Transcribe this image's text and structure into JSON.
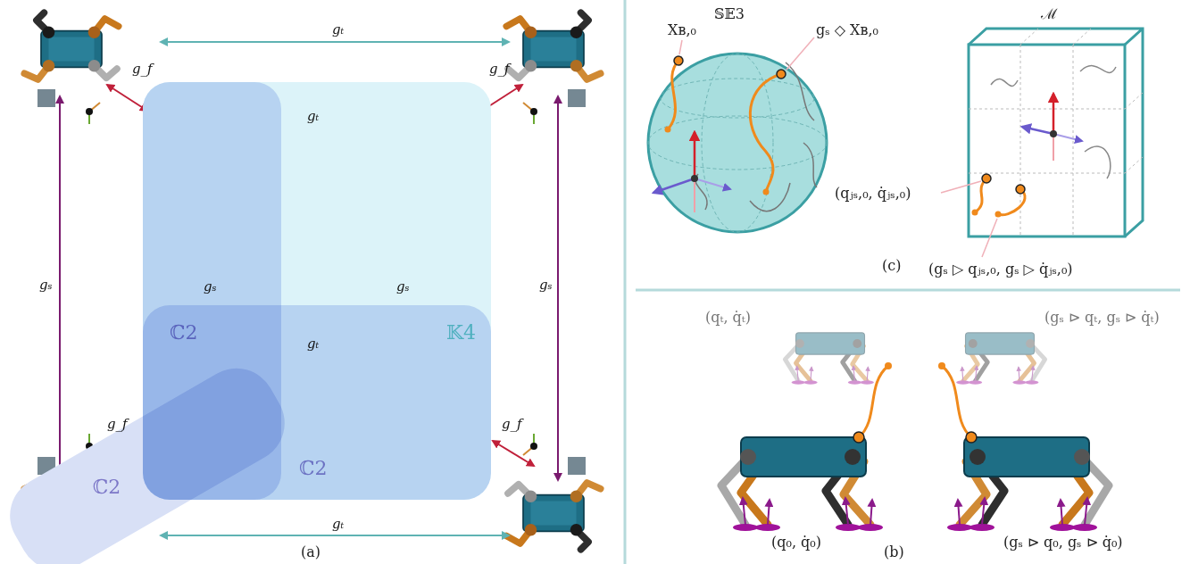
{
  "diagram": {
    "nodes": [
      {
        "text": [
          "𝕂4"
        ]
      },
      {
        "text": [
          "ℂ2"
        ],
        "in": 0
      },
      {
        "text": [
          "ℂ2"
        ],
        "in": 0
      },
      {
        "text": [
          "ℂ2"
        ]
      }
    ],
    "labels": [
      "gₜ",
      "g_f",
      "g_f",
      "gₜ",
      "gₛ",
      "gₛ",
      "gₛ",
      "gₛ",
      "gₜ",
      "g_f",
      "g_f",
      "gₜ",
      "(a)",
      "𝕊𝔼3",
      "ℳ",
      "Xʙ,₀",
      "gₛ ◇ Xʙ,₀",
      "(qⱼₛ,₀, q̇ⱼₛ,₀)",
      "(gₛ ▷ qⱼₛ,₀, gₛ ▷ q̇ⱼₛ,₀)",
      "(c)",
      "(qₜ, q̇ₜ)",
      "(gₛ ⊳ qₜ, gₛ ⊳ q̇ₜ)",
      "(q₀, q̇₀)",
      "(gₛ ⊳ q₀, gₛ ⊳ q̇₀)",
      "(b)"
    ]
  }
}
